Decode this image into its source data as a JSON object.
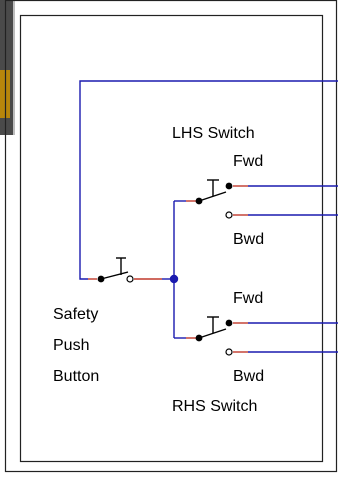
{
  "labels": {
    "lhs_switch": "LHS Switch",
    "lhs_fwd": "Fwd",
    "lhs_bwd": "Bwd",
    "rhs_fwd": "Fwd",
    "rhs_bwd": "Bwd",
    "rhs_switch": "RHS Switch",
    "safety_line1": "Safety",
    "safety_line2": "Push",
    "safety_line3": "Button"
  },
  "colors": {
    "wire": "#1a1aaf",
    "lead": "#c0392b",
    "frame": "#222222",
    "photo_dark": "#4a4a4a",
    "photo_amber": "#b8860b"
  }
}
